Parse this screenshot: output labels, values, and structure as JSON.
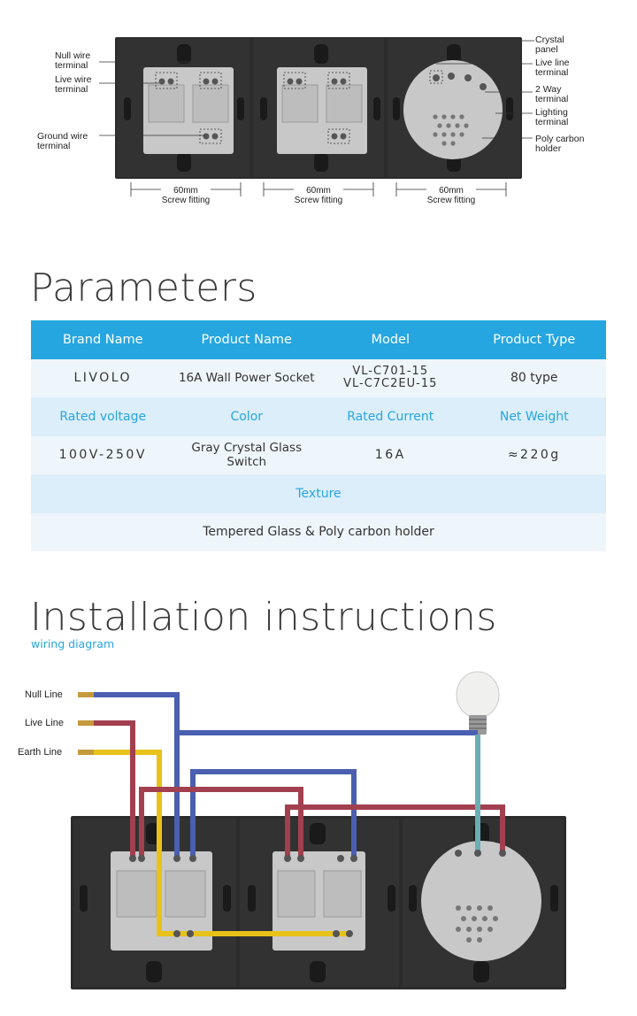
{
  "top_diagram": {
    "callouts": {
      "null_wire": "Null wire\nterminal",
      "live_wire": "Live wire\nterminal",
      "ground_wire": "Ground wire\nterminal",
      "crystal_panel": "Crystal\npanel",
      "live_line": "Live line\nterminal",
      "two_way": "2 Way\nterminal",
      "lighting": "Lighting\nterminal",
      "poly_carbon": "Poly carbon\nholder"
    },
    "dimensions": [
      {
        "size": "60mm",
        "label": "Screw fitting"
      },
      {
        "size": "60mm",
        "label": "Screw fitting"
      },
      {
        "size": "60mm",
        "label": "Screw fitting"
      }
    ]
  },
  "parameters": {
    "title": "Parameters",
    "rows": [
      {
        "kind": "hdr",
        "cells": [
          "Brand Name",
          "Product Name",
          "Model",
          "Product Type"
        ]
      },
      {
        "kind": "val",
        "cells": [
          "LIVOLO",
          "16A Wall Power Socket",
          "VL-C701-15\nVL-C7C2EU-15",
          "80 type"
        ]
      },
      {
        "kind": "lbl",
        "cells": [
          "Rated voltage",
          "Color",
          "Rated Current",
          "Net Weight"
        ]
      },
      {
        "kind": "val",
        "cells": [
          "100V-250V",
          "Gray Crystal Glass Switch",
          "16A",
          "≈220g"
        ]
      }
    ],
    "texture_label": "Texture",
    "texture_value": "Tempered Glass & Poly carbon holder"
  },
  "installation": {
    "title": "Installation instructions",
    "subtitle": "wiring diagram",
    "wire_labels": [
      "Null Line",
      "Live Line",
      "Earth Line"
    ],
    "wire_colors": {
      "null": "#4a5fb0",
      "live": "#a24050",
      "earth": "#e8c21a",
      "lamp": "#6aaeb5"
    }
  }
}
